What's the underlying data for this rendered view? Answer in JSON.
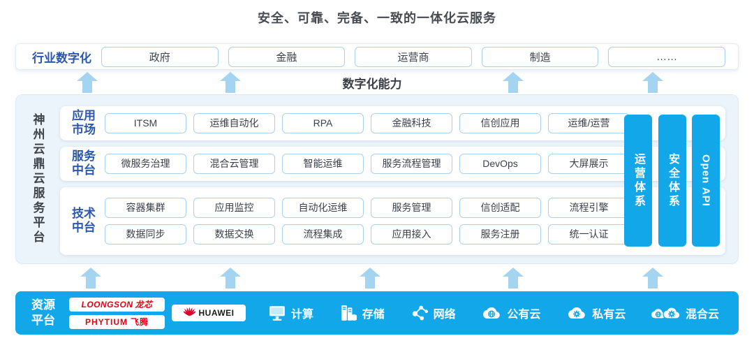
{
  "title": "安全、可靠、完备、一致的一体化云服务",
  "industry": {
    "label": "行业数字化",
    "items": [
      "政府",
      "金融",
      "运营商",
      "制造",
      "……"
    ]
  },
  "capability_label": "数字化能力",
  "platform": {
    "side_label": "神州云鼎云服务平台",
    "rows": [
      {
        "label": "应用市场",
        "lines": [
          [
            "ITSM",
            "运维自动化",
            "RPA",
            "金融科技",
            "信创应用",
            "运维/运营"
          ]
        ]
      },
      {
        "label": "服务中台",
        "lines": [
          [
            "微服务治理",
            "混合云管理",
            "智能运维",
            "服务流程管理",
            "DevOps",
            "大屏展示"
          ]
        ]
      },
      {
        "label": "技术中台",
        "lines": [
          [
            "容器集群",
            "应用监控",
            "自动化运维",
            "服务管理",
            "信创适配",
            "流程引擎"
          ],
          [
            "数据同步",
            "数据交换",
            "流程集成",
            "应用接入",
            "服务注册",
            "统一认证"
          ]
        ]
      }
    ],
    "pillars": [
      {
        "label": "运营体系",
        "latin": false
      },
      {
        "label": "安全体系",
        "latin": false
      },
      {
        "label": "Open API",
        "latin": true
      }
    ]
  },
  "resource": {
    "label": "资源平台",
    "vendors": [
      {
        "name": "loongson",
        "text": "LOONGSON",
        "suffix": "龙芯"
      },
      {
        "name": "phytium",
        "text": "PHYTIUM",
        "suffix": "飞腾"
      },
      {
        "name": "huawei",
        "text": "HUAWEI"
      }
    ],
    "services": [
      {
        "icon": "compute-icon",
        "label": "计算"
      },
      {
        "icon": "storage-icon",
        "label": "存储"
      },
      {
        "icon": "network-icon",
        "label": "网络"
      },
      {
        "icon": "public-cloud-icon",
        "label": "公有云"
      },
      {
        "icon": "private-cloud-icon",
        "label": "私有云"
      },
      {
        "icon": "hybrid-cloud-icon",
        "label": "混合云"
      }
    ]
  },
  "colors": {
    "accent_blue": "#12a7e9",
    "deep_blue_text": "#2b57ad",
    "arrow_blue": "#a4d4ef",
    "panel_blue": "#ecf4fb",
    "logo_red": "#e60012"
  }
}
